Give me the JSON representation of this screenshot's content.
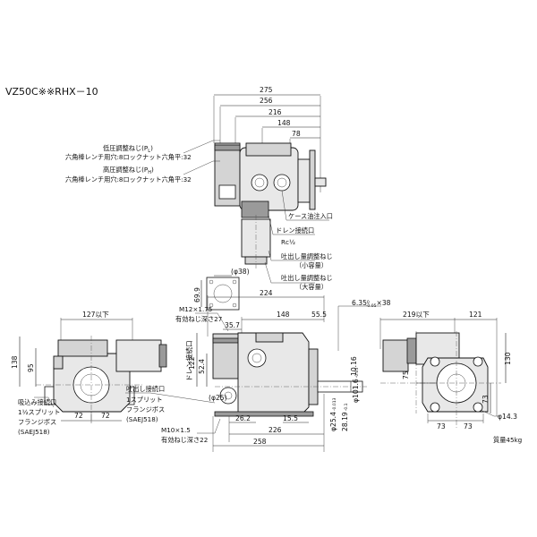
{
  "model": "VZ50C※※RHX－10",
  "mass": "質量45kg",
  "top_view": {
    "dims": [
      "275",
      "256",
      "216",
      "148",
      "78"
    ],
    "labels": {
      "low_pressure_adj": "低圧調整ねじ(P",
      "low_sub": "L",
      "low_spec": "六角棒レンチ用穴:8ロックナット六角平:32",
      "high_pressure_adj": "高圧調整ねじ(P",
      "high_sub": "H",
      "high_spec": "六角棒レンチ用穴:8ロックナット六角平:32",
      "case_oil_inlet": "ケース油注入口",
      "drain_port": "ドレン接続口",
      "drain_thread": "Rc½",
      "disch_small": "吐出し量調整ねじ",
      "disch_small_sub": "（小容量）",
      "disch_large": "吐出し量調整ねじ",
      "disch_large_sub": "（大容量）"
    }
  },
  "flange_detail": {
    "d38": "(φ38)",
    "d69_9": "69.9"
  },
  "left_view": {
    "d127": "127以下",
    "d138": "138",
    "d95": "95",
    "d72a": "72",
    "d72b": "72",
    "suction_1": "吸込み接続口",
    "suction_2": "1½スプリット",
    "suction_3": "フランジボス",
    "suction_4": "(SAEJ518)"
  },
  "front_view": {
    "d224": "224",
    "d148": "148",
    "d55_5": "55.5",
    "d35_7": "35.7",
    "d6_35": "6.35",
    "d6_35_tol": "0",
    "d6_35_tol2": "-0.05",
    "d6_35_x": "×38",
    "d122": "122",
    "d52_4": "52.4",
    "d25": "(φ25)",
    "d10_16": "10.16",
    "d101_6": "φ101.6",
    "d101_6_tol": "-0.05",
    "d25_4": "φ25.4",
    "d25_4_tol": "-0.013",
    "d28_19": "28.19",
    "d28_19_tol": "-0.1",
    "d26_2": "26.2",
    "d15_5": "15.5",
    "d226": "226",
    "d258": "258",
    "m12_1": "M12×1.75",
    "m12_2": "有効ねじ深さ27",
    "m10_1": "M10×1.5",
    "m10_2": "有効ねじ深さ22",
    "drain_vert": "ドレン接続口",
    "outlet_1": "吐出し接続口",
    "outlet_2": "1スプリット",
    "outlet_3": "フランジボス",
    "outlet_4": "(SAEJ518)"
  },
  "right_view": {
    "d219": "219以下",
    "d121": "121",
    "d130": "130",
    "d75": "75",
    "d73a": "73",
    "d73b": "73",
    "d73c": "73",
    "d14_3": "φ14.3"
  }
}
